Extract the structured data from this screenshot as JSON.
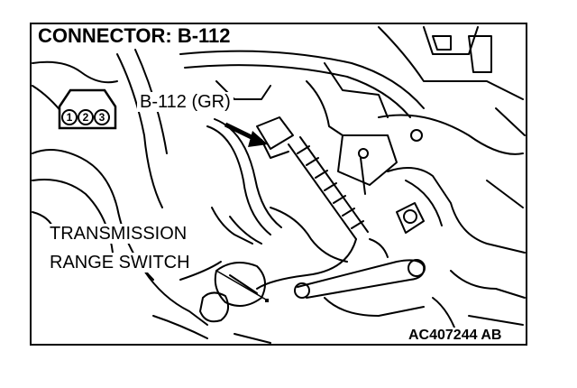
{
  "title": "CONNECTOR: B-112",
  "connector_label": "B-112 (GR)",
  "component_label": {
    "line1": "TRANSMISSION",
    "line2": "RANGE SWITCH"
  },
  "figure_code": "AC407244 AB",
  "connector_pins": [
    "1",
    "2",
    "3"
  ]
}
